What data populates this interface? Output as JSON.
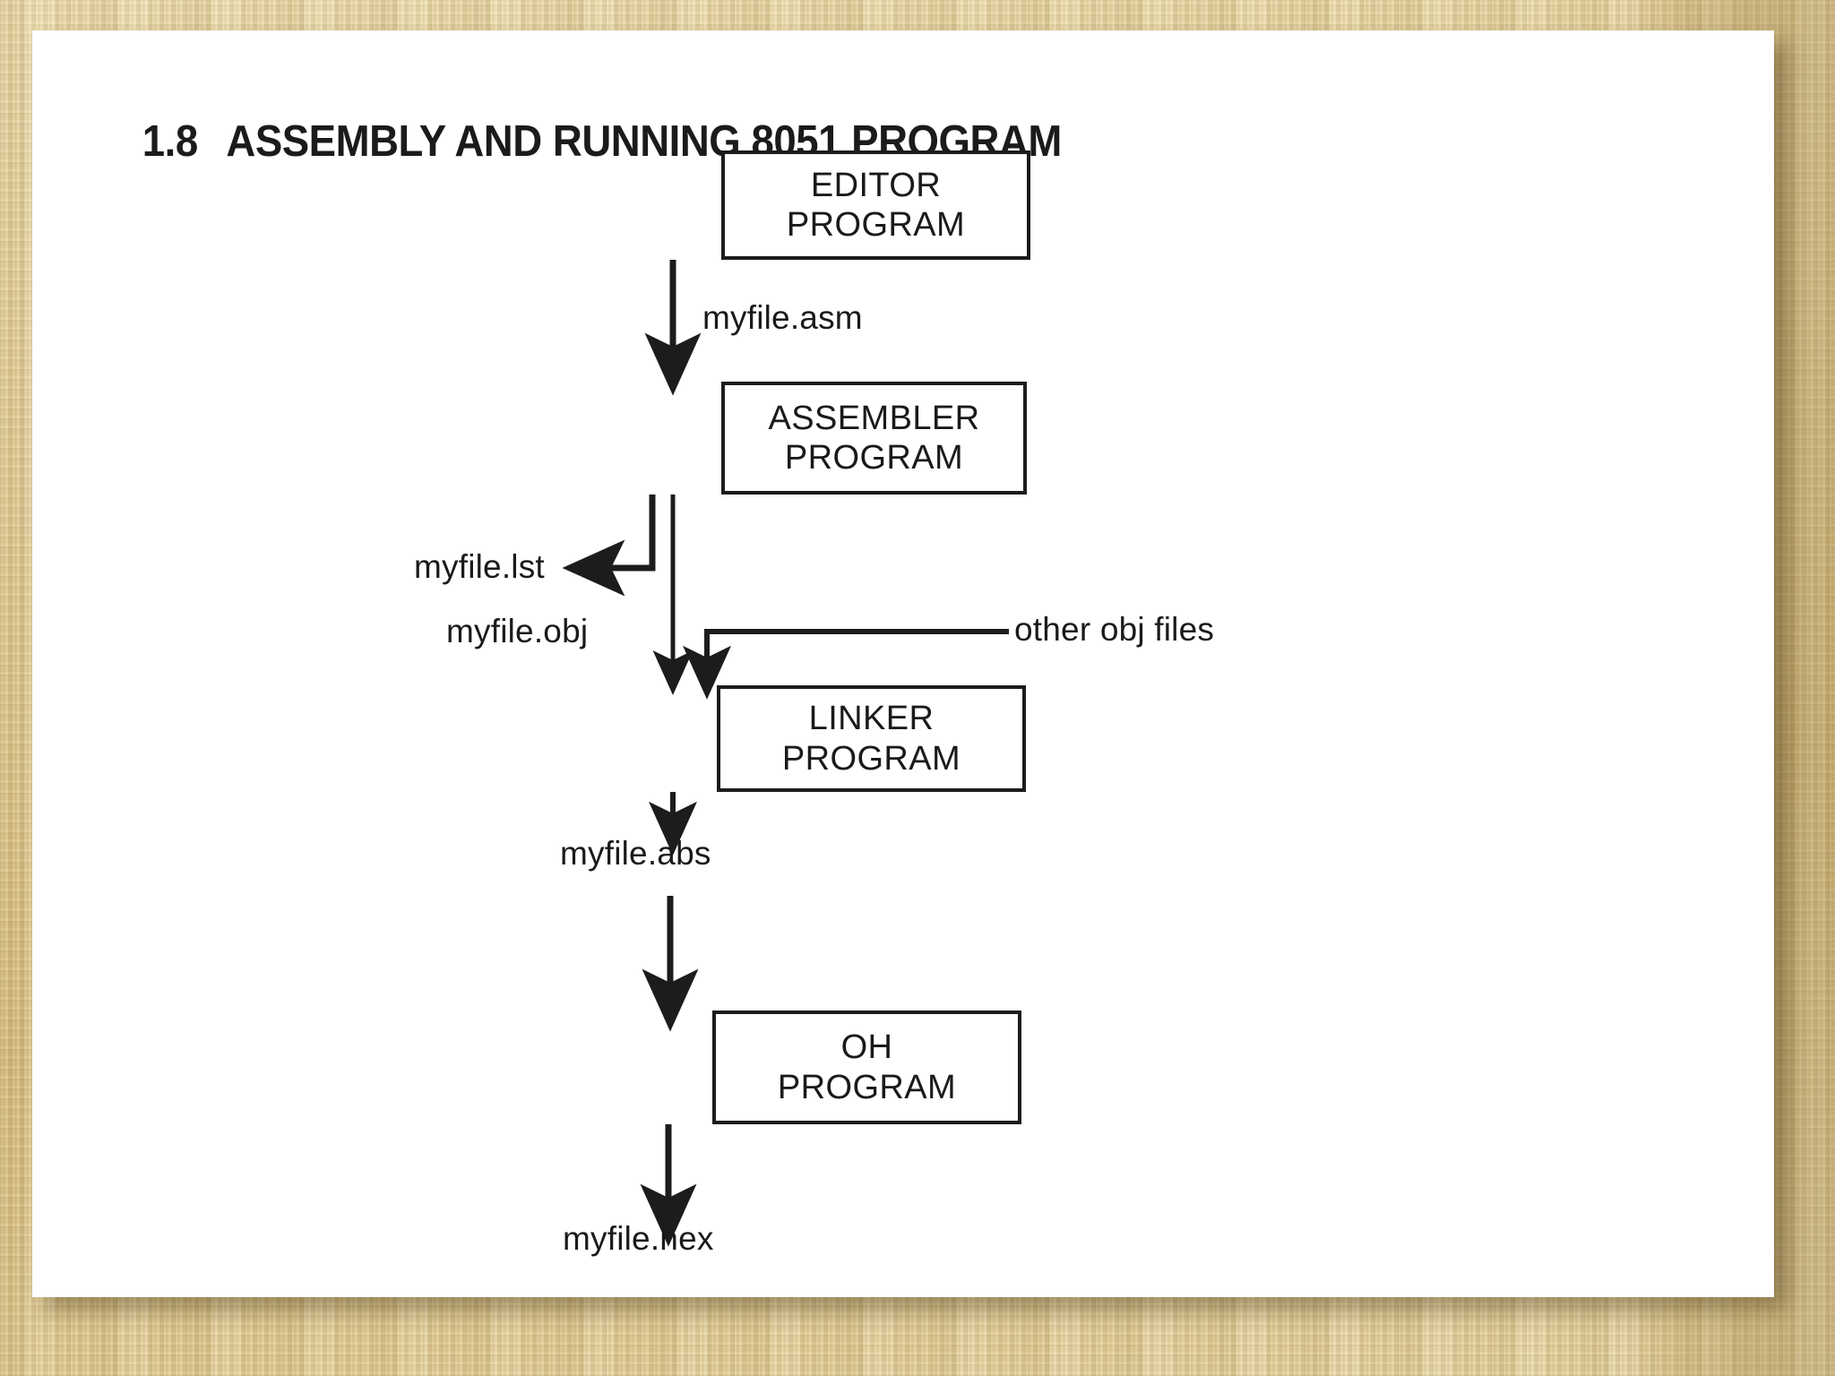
{
  "slide": {
    "title_number": "1.8",
    "title_text": "ASSEMBLY AND RUNNING 8051 PROGRAM",
    "background": "#e3cf9c",
    "panel_color": "#ffffff",
    "ink_color": "#1a1a1a"
  },
  "flowchart": {
    "type": "diagram",
    "orientation": "top-to-bottom",
    "nodes": [
      {
        "id": "editor",
        "line1": "EDITOR",
        "line2": "PROGRAM"
      },
      {
        "id": "assembler",
        "line1": "ASSEMBLER",
        "line2": "PROGRAM"
      },
      {
        "id": "linker",
        "line1": "LINKER",
        "line2": "PROGRAM"
      },
      {
        "id": "oh",
        "line1": "OH",
        "line2": "PROGRAM"
      }
    ],
    "edge_labels": [
      {
        "id": "asm",
        "text": "myfile.asm"
      },
      {
        "id": "lst",
        "text": "myfile.lst"
      },
      {
        "id": "obj",
        "text": "myfile.obj"
      },
      {
        "id": "otherobj",
        "text": "other obj files"
      },
      {
        "id": "abs",
        "text": "myfile.abs"
      },
      {
        "id": "hex",
        "text": "myfile.hex"
      }
    ]
  }
}
